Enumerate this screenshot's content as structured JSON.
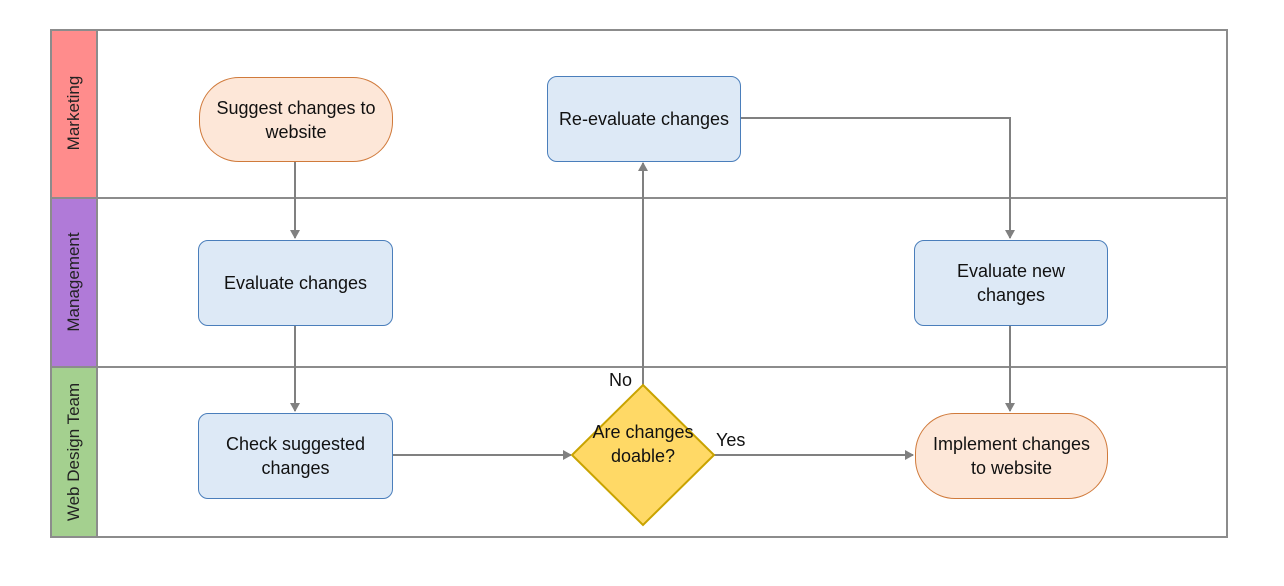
{
  "lanes": [
    {
      "label": "Marketing",
      "color": "#ff8c8c"
    },
    {
      "label": "Management",
      "color": "#b07ad8"
    },
    {
      "label": "Web Design Team",
      "color": "#a4d08f"
    }
  ],
  "nodes": {
    "suggest": "Suggest changes to website",
    "reevaluate": "Re-evaluate changes",
    "evaluate": "Evaluate changes",
    "evaluate_new": "Evaluate new changes",
    "check": "Check suggested changes",
    "decision": "Are changes doable?",
    "implement": "Implement changes to website"
  },
  "edge_labels": {
    "no": "No",
    "yes": "Yes"
  },
  "colors": {
    "process_fill": "#dde9f6",
    "process_border": "#4a7ebb",
    "terminal_fill": "#fde7d8",
    "terminal_border": "#d07a3b",
    "decision_fill": "#ffd966",
    "decision_border": "#c9a300",
    "connector": "#808080"
  }
}
